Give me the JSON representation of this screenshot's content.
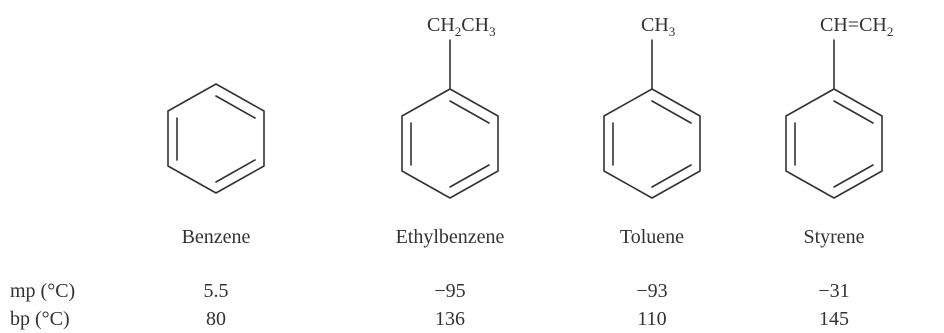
{
  "compounds": [
    {
      "name": "Benzene",
      "substituent": {
        "main": "",
        "sub1": "",
        "mid": "",
        "sub2": ""
      },
      "mp": "5.5",
      "bp": "80"
    },
    {
      "name": "Ethylbenzene",
      "substituent": {
        "main": "CH",
        "sub1": "2",
        "mid": "CH",
        "sub2": "3"
      },
      "mp": "−95",
      "bp": "136"
    },
    {
      "name": "Toluene",
      "substituent": {
        "main": "CH",
        "sub1": "3",
        "mid": "",
        "sub2": ""
      },
      "mp": "−93",
      "bp": "110"
    },
    {
      "name": "Styrene",
      "substituent": {
        "main": "CH",
        "sub1": "",
        "mid": "=CH",
        "sub2": "2"
      },
      "mp": "−31",
      "bp": "145"
    }
  ],
  "row_labels": {
    "mp": "mp (°C)",
    "bp": "bp (°C)"
  }
}
